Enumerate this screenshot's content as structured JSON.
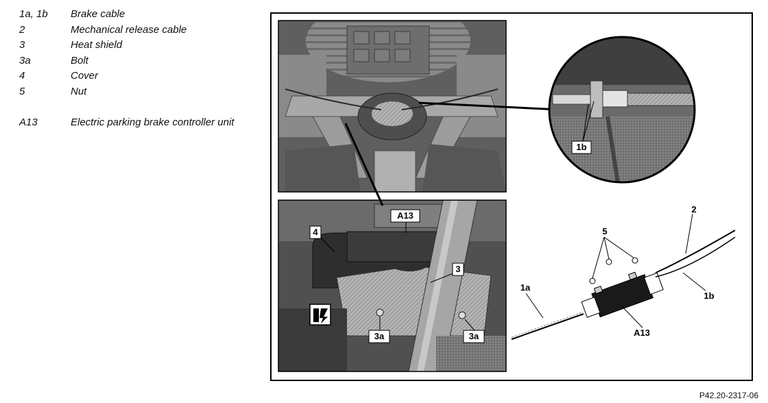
{
  "legend": [
    {
      "code": "1a, 1b",
      "desc": "Brake cable"
    },
    {
      "code": "2",
      "desc": "Mechanical release cable"
    },
    {
      "code": "3",
      "desc": "Heat shield"
    },
    {
      "code": "3a",
      "desc": "Bolt"
    },
    {
      "code": "4",
      "desc": "Cover"
    },
    {
      "code": "5",
      "desc": "Nut"
    },
    {
      "code": "A13",
      "desc": "Electric parking brake controller unit"
    }
  ],
  "callouts": {
    "detail_1b": "1b",
    "a13_top": "A13",
    "cover": "4",
    "heat_shield": "3",
    "bolt_left": "3a",
    "bolt_right": "3a",
    "nut": "5",
    "release_cable": "2",
    "cable_1a": "1a",
    "cable_1b": "1b",
    "a13_diagram": "A13"
  },
  "figure_code": "P42.20-2317-06"
}
